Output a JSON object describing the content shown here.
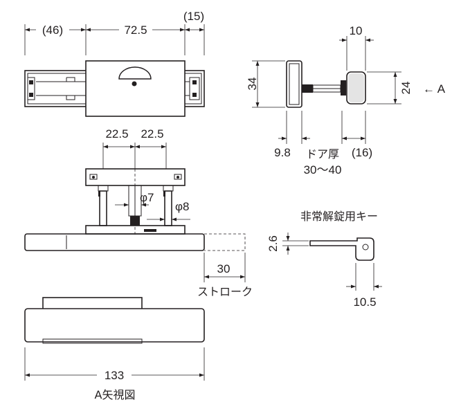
{
  "dimensions": {
    "top_left_overhang": "(46)",
    "top_body_width": "72.5",
    "top_right_overhang": "(15)",
    "side_knob_depth": "10",
    "side_body_height": "34",
    "side_knob_height": "24",
    "side_base_depth": "9.8",
    "side_spindle_length": "(16)",
    "pitch_left": "22.5",
    "pitch_right": "22.5",
    "spindle_diameter_small": "φ7",
    "spindle_diameter_large": "φ8",
    "stroke_value": "30",
    "key_thickness": "2.6",
    "key_head_width": "10.5",
    "overall_length": "133"
  },
  "labels": {
    "view_arrow": "← A",
    "door_thickness_title": "ドア厚",
    "door_thickness_range": "30〜40",
    "stroke_label": "ストローク",
    "emergency_key": "非常解錠用キー",
    "view_a_caption": "A矢視図"
  }
}
